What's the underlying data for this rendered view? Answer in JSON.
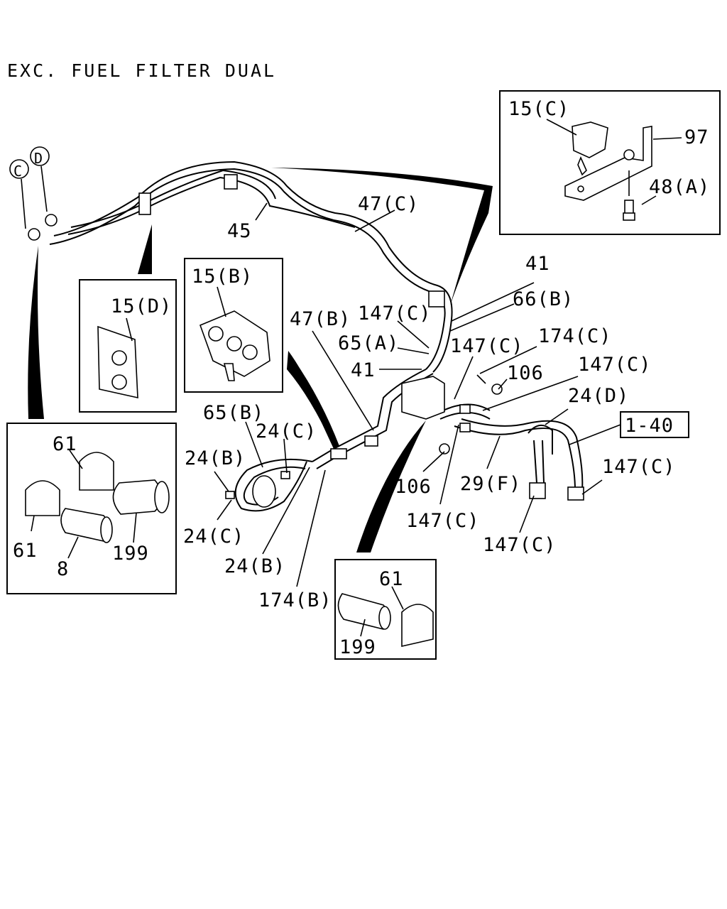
{
  "title": "EXC. FUEL FILTER DUAL",
  "connector_markers": [
    "C",
    "D"
  ],
  "reference_box": "1-40",
  "callouts": {
    "c_15C": "15(C)",
    "c_97": "97",
    "c_48A": "48(A)",
    "c_47C": "47(C)",
    "c_45": "45",
    "c_15D": "15(D)",
    "c_15B": "15(B)",
    "c_41_top": "41",
    "c_66B": "66(B)",
    "c_47B": "47(B)",
    "c_147C_1": "147(C)",
    "c_65A": "65(A)",
    "c_41_mid": "41",
    "c_147C_2": "147(C)",
    "c_174C": "174(C)",
    "c_106_top": "106",
    "c_147C_3": "147(C)",
    "c_24D": "24(D)",
    "c_65B": "65(B)",
    "c_24C_top": "24(C)",
    "c_24B_left": "24(B)",
    "c_24C_bot": "24(C)",
    "c_24B_bot": "24(B)",
    "c_174B": "174(B)",
    "c_106_bot": "106",
    "c_29F": "29(F)",
    "c_147C_4": "147(C)",
    "c_147C_5": "147(C)",
    "c_147C_6": "147(C)",
    "c_61_a": "61",
    "c_61_b": "61",
    "c_8": "8",
    "c_199_a": "199",
    "c_61_c": "61",
    "c_199_b": "199"
  }
}
